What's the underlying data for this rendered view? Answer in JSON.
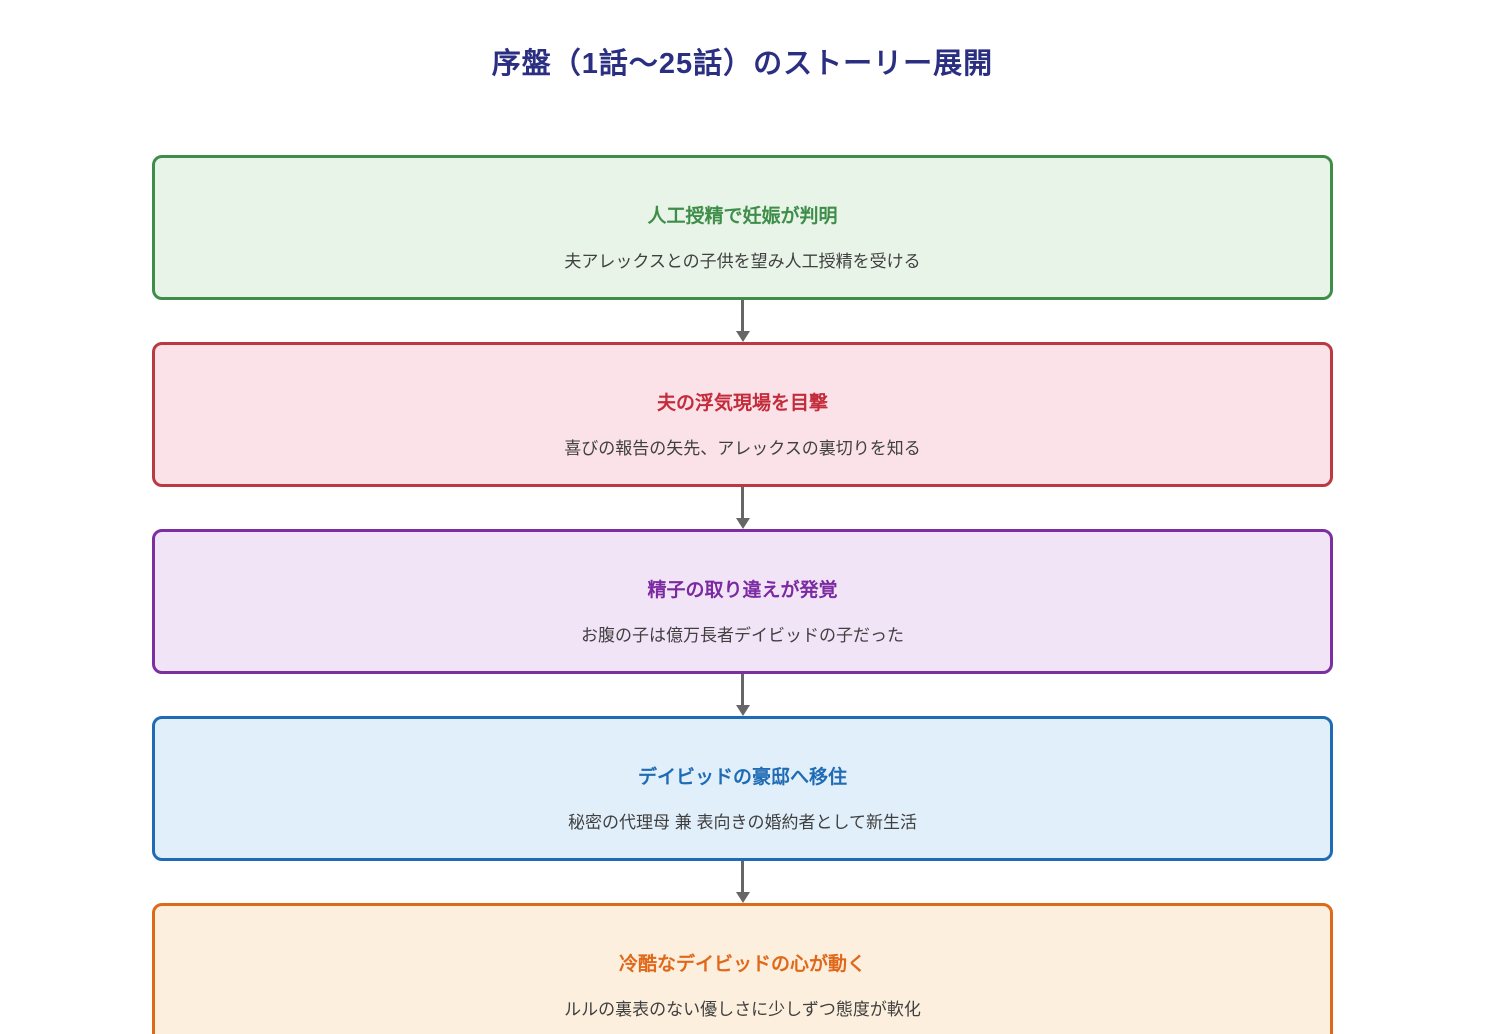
{
  "page": {
    "title": "序盤（1話〜25話）のストーリー展開",
    "title_color": "#2b2f81",
    "arrow_color": "#666666",
    "background_color": "#ffffff",
    "description_text_color": "#404040"
  },
  "flow": {
    "steps": [
      {
        "name": "step-pregnancy-revealed",
        "label": "人工授精で妊娠が判明",
        "description": "夫アレックスとの子供を望み人工授精を受ける",
        "border_color": "#3e8e49",
        "fill_color": "#e9f4e9",
        "label_color": "#3e8e49"
      },
      {
        "name": "step-husband-affair-witnessed",
        "label": "夫の浮気現場を目撃",
        "description": "喜びの報告の矢先、アレックスの裏切りを知る",
        "border_color": "#bb3a42",
        "fill_color": "#fae2e8",
        "label_color": "#c42b3b"
      },
      {
        "name": "step-sperm-mixup-discovered",
        "label": "精子の取り違えが発覚",
        "description": "お腹の子は億万長者デイビッドの子だった",
        "border_color": "#7b2fa0",
        "fill_color": "#f2e4f7",
        "label_color": "#7b2aa1"
      },
      {
        "name": "step-move-to-mansion",
        "label": "デイビッドの豪邸へ移住",
        "description": "秘密の代理母 兼 表向きの婚約者として新生活",
        "border_color": "#1f6cb5",
        "fill_color": "#e1effa",
        "label_color": "#1f6cb5"
      },
      {
        "name": "step-davids-heart-softens",
        "label": "冷酷なデイビッドの心が動く",
        "description": "ルルの裏表のない優しさに少しずつ態度が軟化",
        "border_color": "#dd6a18",
        "fill_color": "#fdefdd",
        "label_color": "#e0681b"
      }
    ]
  }
}
